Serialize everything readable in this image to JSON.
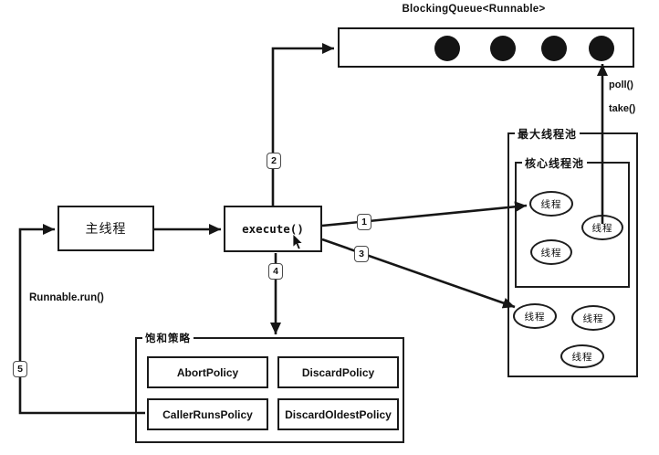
{
  "diagram": {
    "queue_title": "BlockingQueue<Runnable>",
    "queue_task_count": 4,
    "poll_label": "poll()",
    "take_label": "take()",
    "runnable_label": "Runnable.run()",
    "main_thread_label": "主线程",
    "execute_label": "execute()",
    "max_pool_label": "最大线程池",
    "core_pool_label": "核心线程池",
    "policy_group_label": "饱和策略",
    "policies": [
      "AbortPolicy",
      "DiscardPolicy",
      "CallerRunsPolicy",
      "DiscardOldestPolicy"
    ],
    "core_threads": [
      "线程",
      "线程",
      "线程"
    ],
    "extra_threads": [
      "线程",
      "线程",
      "线程"
    ],
    "steps": [
      "1",
      "2",
      "3",
      "4",
      "5"
    ],
    "colors": {
      "line": "#161616",
      "background": "#ffffff"
    }
  }
}
